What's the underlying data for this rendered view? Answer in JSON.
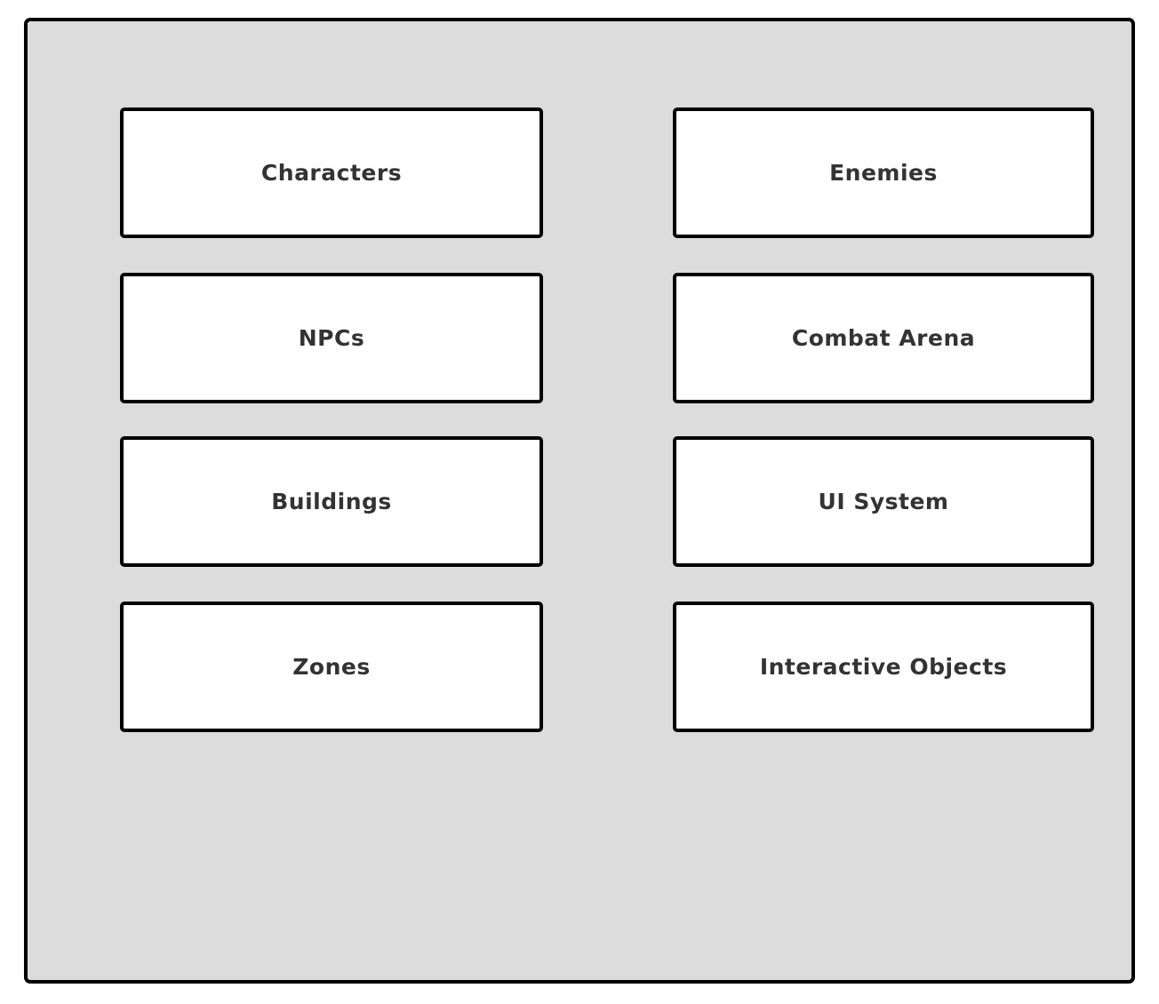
{
  "diagram": {
    "background_color": "#ffffff",
    "panel": {
      "fill": "#dcdcdc",
      "border_color": "#000000"
    },
    "node_style": {
      "fill": "#ffffff",
      "border_color": "#000000",
      "text_color": "#333333"
    },
    "columns": [
      {
        "items": [
          {
            "label": "Characters"
          },
          {
            "label": "NPCs"
          },
          {
            "label": "Buildings"
          },
          {
            "label": "Zones"
          }
        ]
      },
      {
        "items": [
          {
            "label": "Enemies"
          },
          {
            "label": "Combat Arena"
          },
          {
            "label": "UI System"
          },
          {
            "label": "Interactive Objects"
          }
        ]
      }
    ]
  }
}
